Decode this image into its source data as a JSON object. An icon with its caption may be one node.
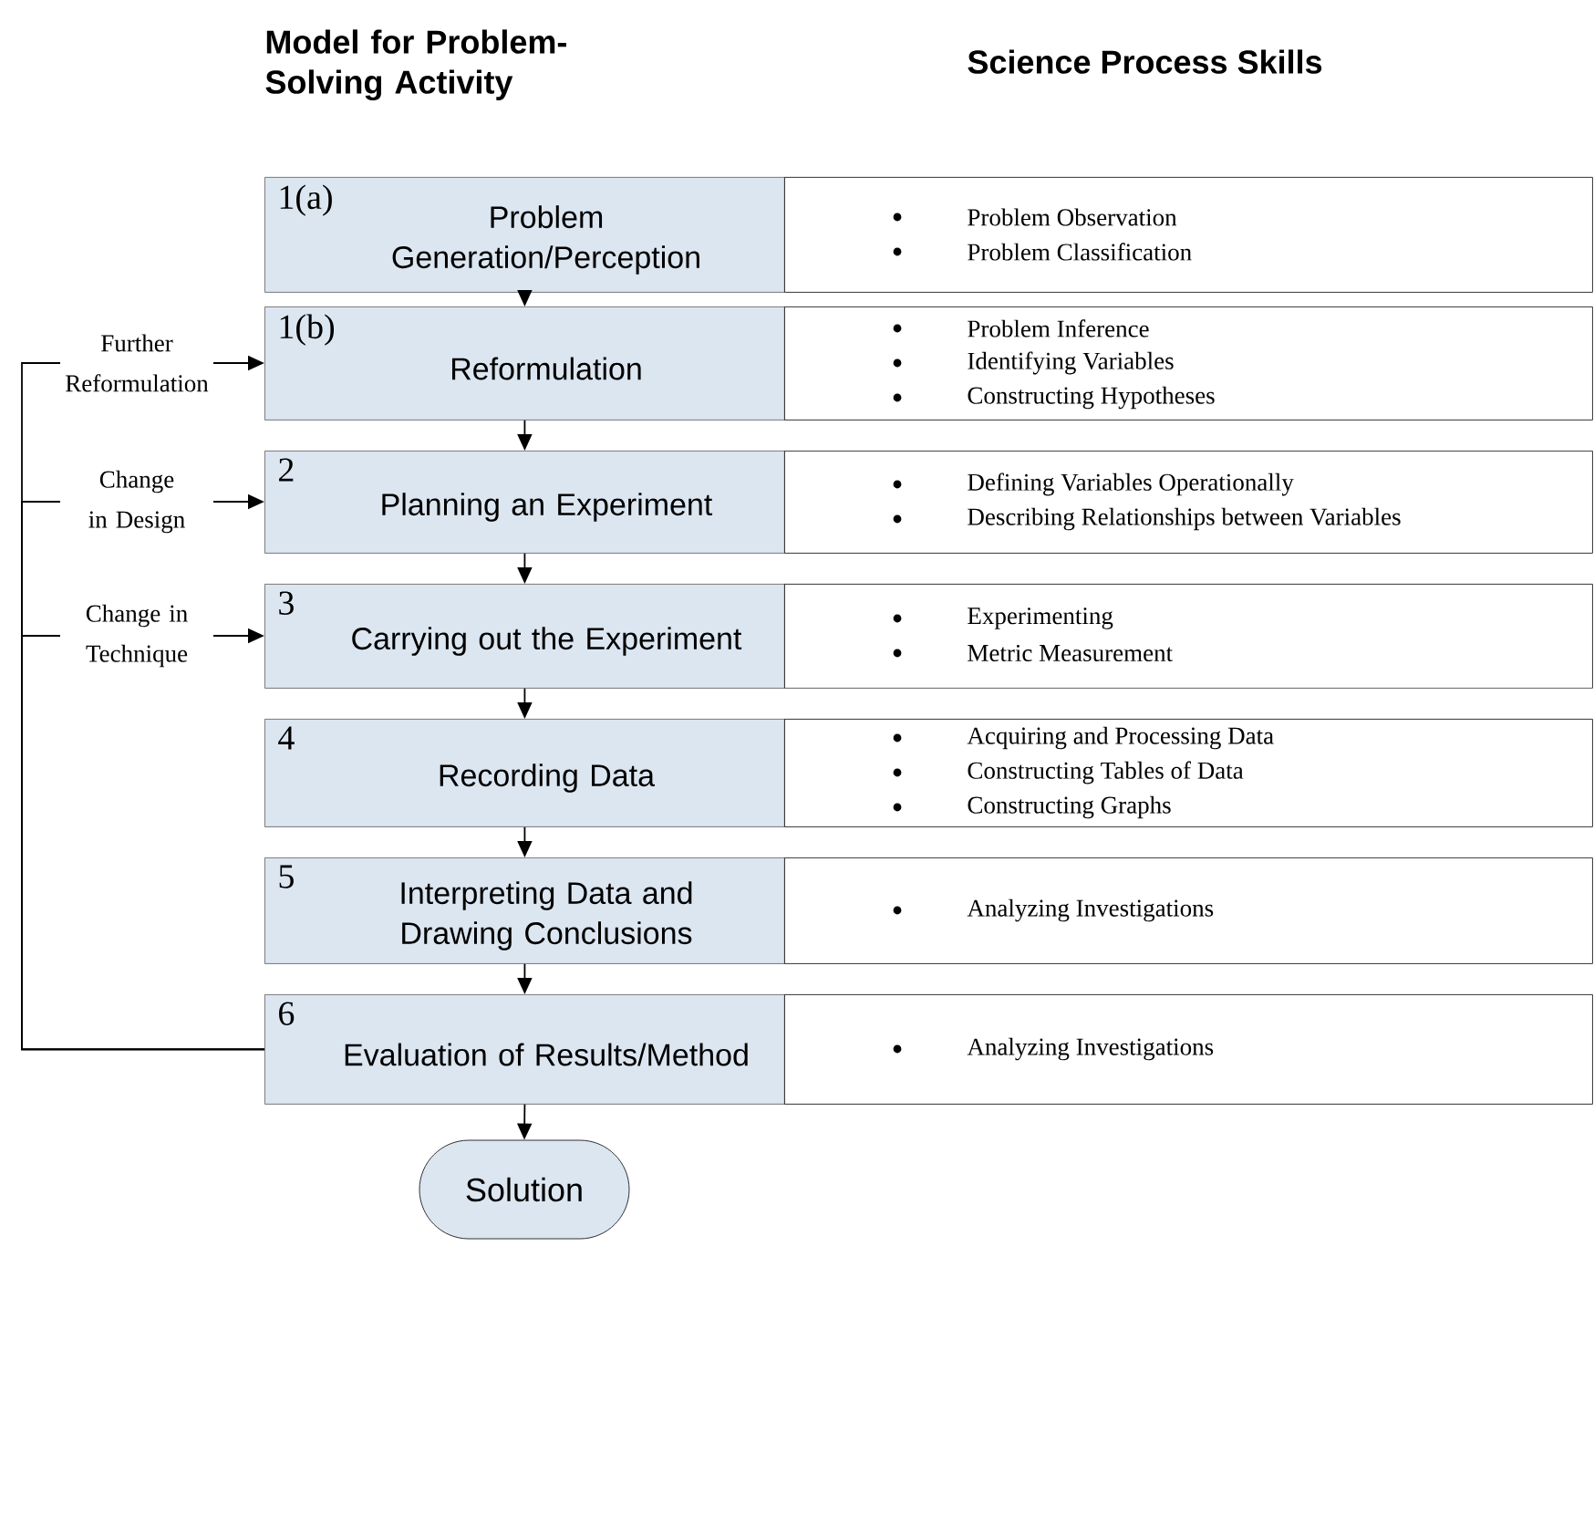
{
  "diagram": {
    "nodes": [
      {
        "text": [
          "1(a)",
          "Problem Generation/Perception"
        ]
      },
      {
        "text": [
          "Problem Observation",
          "Problem Classification"
        ]
      },
      {
        "text": [
          "1(b)",
          "Reformulation"
        ]
      },
      {
        "text": [
          "Problem Inference",
          "Identifying Variables",
          "Constructing Hypotheses"
        ]
      },
      {
        "text": [
          "2",
          "Planning an Experiment"
        ]
      },
      {
        "text": [
          "Defining Variables Operationally",
          "Describing Relationships between Variables"
        ]
      },
      {
        "text": [
          "3",
          "Carrying out the Experiment"
        ]
      },
      {
        "text": [
          "Experimenting",
          "Metric Measurement"
        ]
      },
      {
        "text": [
          "4",
          "Recording Data"
        ]
      },
      {
        "text": [
          "Acquiring and Processing Data",
          "Constructing Tables of Data",
          "Constructing Graphs"
        ]
      },
      {
        "text": [
          "5",
          "Interpreting Data and Drawing Conclusions"
        ]
      },
      {
        "text": [
          "Analyzing Investigations"
        ]
      },
      {
        "text": [
          "6",
          "Evaluation of Results/Method"
        ]
      },
      {
        "text": [
          "Analyzing Investigations"
        ]
      },
      {
        "text": [
          "Solution"
        ]
      }
    ],
    "edges": [
      {
        "from": 0,
        "to": 2,
        "arrow": "to"
      },
      {
        "from": 2,
        "to": 4,
        "arrow": "to"
      },
      {
        "from": 4,
        "to": 6,
        "arrow": "to"
      },
      {
        "from": 6,
        "to": 8,
        "arrow": "to"
      },
      {
        "from": 8,
        "to": 10,
        "arrow": "to"
      },
      {
        "from": 10,
        "to": 12,
        "arrow": "to"
      },
      {
        "from": 12,
        "to": 14,
        "arrow": "to"
      },
      {
        "from": 12,
        "to": 2,
        "arrow": "to",
        "label": "Further Reformulation"
      },
      {
        "from": 12,
        "to": 4,
        "arrow": "to",
        "label": "Change in Design"
      },
      {
        "from": 12,
        "to": 6,
        "arrow": "to",
        "label": "Change in Technique"
      }
    ],
    "labels": [
      "Model for Problem-Solving Activity",
      "Science Process Skills"
    ]
  }
}
